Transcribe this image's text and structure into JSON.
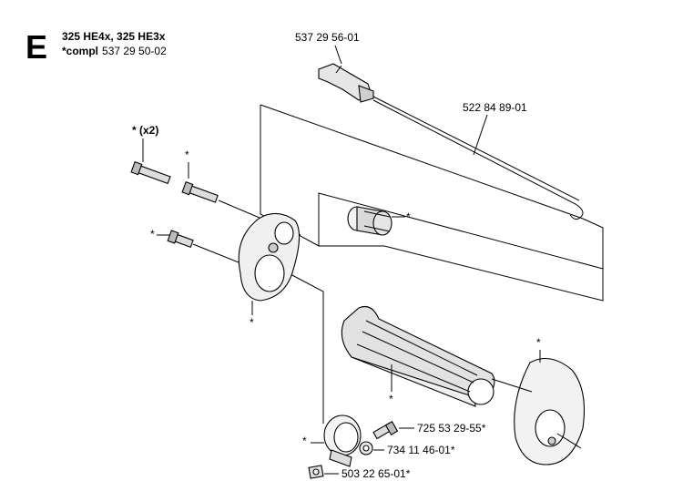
{
  "header": {
    "section_letter": "E",
    "models": "325 HE4x, 325 HE3x",
    "compl_prefix": "*compl",
    "compl_number": "537 29 50-02"
  },
  "callouts": {
    "trigger_part": "537 29 56-01",
    "throttle_wire": "522 84 89-01",
    "screw_qty": "* (x2)",
    "star": "*",
    "clamp_screw": "725 53 29-55*",
    "washer": "734 11 46-01*",
    "nut": "503 22 65-01*"
  }
}
